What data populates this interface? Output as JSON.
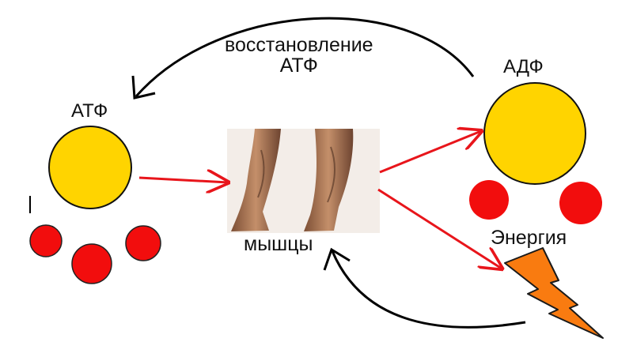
{
  "labels": {
    "atp": "АТФ",
    "adp": "АДФ",
    "restoration_line1": "восстановление",
    "restoration_line2": "АТФ",
    "muscles": "мышцы",
    "energy": "Энергия"
  },
  "colors": {
    "molecule_yellow": "#ffd400",
    "phosphate_red": "#f20d0d",
    "reaction_arrow": "#e8151b",
    "cycle_arrow": "#000000",
    "lightning": "#f97b10",
    "skin": "#b07a58"
  },
  "icons": {
    "muscles_image": "legs-muscles-picture",
    "energy_icon": "lightning-bolt-icon"
  }
}
